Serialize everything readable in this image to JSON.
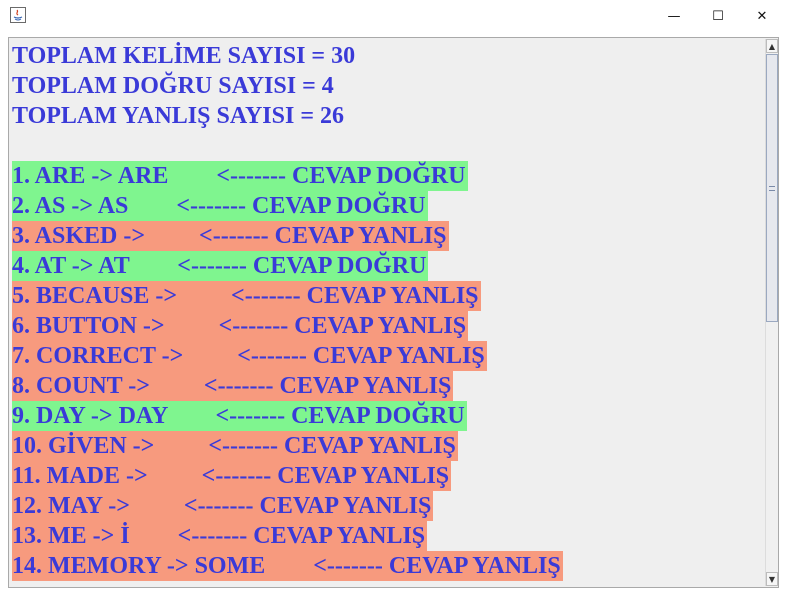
{
  "window": {
    "minimize_glyph": "—",
    "maximize_glyph": "☐",
    "close_glyph": "✕"
  },
  "summary": {
    "total": "TOPLAM KELİME SAYISI = 30",
    "correct": "TOPLAM DOĞRU SAYISI = 4",
    "wrong": "TOPLAM YANLIŞ SAYISI = 26"
  },
  "results": [
    {
      "text": "1. ARE -> ARE        <------- CEVAP DOĞRU",
      "status": "correct"
    },
    {
      "text": "2. AS -> AS        <------- CEVAP DOĞRU",
      "status": "correct"
    },
    {
      "text": "3. ASKED ->         <------- CEVAP YANLIŞ",
      "status": "wrong"
    },
    {
      "text": "4. AT -> AT        <------- CEVAP DOĞRU",
      "status": "correct"
    },
    {
      "text": "5. BECAUSE ->         <------- CEVAP YANLIŞ",
      "status": "wrong"
    },
    {
      "text": "6. BUTTON ->         <------- CEVAP YANLIŞ",
      "status": "wrong"
    },
    {
      "text": "7. CORRECT ->         <------- CEVAP YANLIŞ",
      "status": "wrong"
    },
    {
      "text": "8. COUNT ->         <------- CEVAP YANLIŞ",
      "status": "wrong"
    },
    {
      "text": "9. DAY -> DAY        <------- CEVAP DOĞRU",
      "status": "correct"
    },
    {
      "text": "10. GİVEN ->         <------- CEVAP YANLIŞ",
      "status": "wrong"
    },
    {
      "text": "11. MADE ->         <------- CEVAP YANLIŞ",
      "status": "wrong"
    },
    {
      "text": "12. MAY ->         <------- CEVAP YANLIŞ",
      "status": "wrong"
    },
    {
      "text": "13. ME -> İ        <------- CEVAP YANLIŞ",
      "status": "wrong"
    },
    {
      "text": "14. MEMORY -> SOME        <------- CEVAP YANLIŞ",
      "status": "wrong"
    }
  ],
  "colors": {
    "text": "#3a3ad8",
    "correct_bg": "#7ff58f",
    "wrong_bg": "#f79a7e",
    "panel_bg": "#efefef"
  },
  "scroll": {
    "up_glyph": "▲",
    "down_glyph": "▼"
  }
}
